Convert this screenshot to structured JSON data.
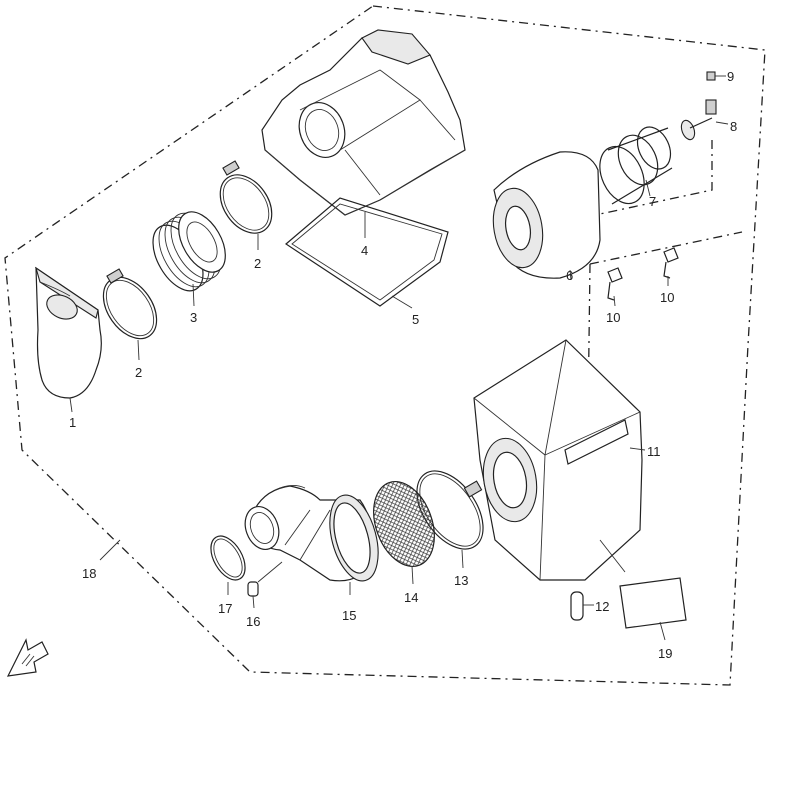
{
  "diagram": {
    "callouts": [
      {
        "id": "c1",
        "text": "1"
      },
      {
        "id": "c2a",
        "text": "2"
      },
      {
        "id": "c2b",
        "text": "2"
      },
      {
        "id": "c3",
        "text": "3"
      },
      {
        "id": "c4",
        "text": "4"
      },
      {
        "id": "c5",
        "text": "5"
      },
      {
        "id": "c6",
        "text": "6"
      },
      {
        "id": "c7",
        "text": "7"
      },
      {
        "id": "c8",
        "text": "8"
      },
      {
        "id": "c9",
        "text": "9"
      },
      {
        "id": "c10a",
        "text": "10"
      },
      {
        "id": "c10b",
        "text": "10"
      },
      {
        "id": "c11",
        "text": "11"
      },
      {
        "id": "c12",
        "text": "12"
      },
      {
        "id": "c13",
        "text": "13"
      },
      {
        "id": "c14",
        "text": "14"
      },
      {
        "id": "c15",
        "text": "15"
      },
      {
        "id": "c16",
        "text": "16"
      },
      {
        "id": "c17",
        "text": "17"
      },
      {
        "id": "c18",
        "text": "18"
      },
      {
        "id": "c19",
        "text": "19"
      }
    ],
    "front_arrow_icon": "front-direction-arrow-icon"
  }
}
